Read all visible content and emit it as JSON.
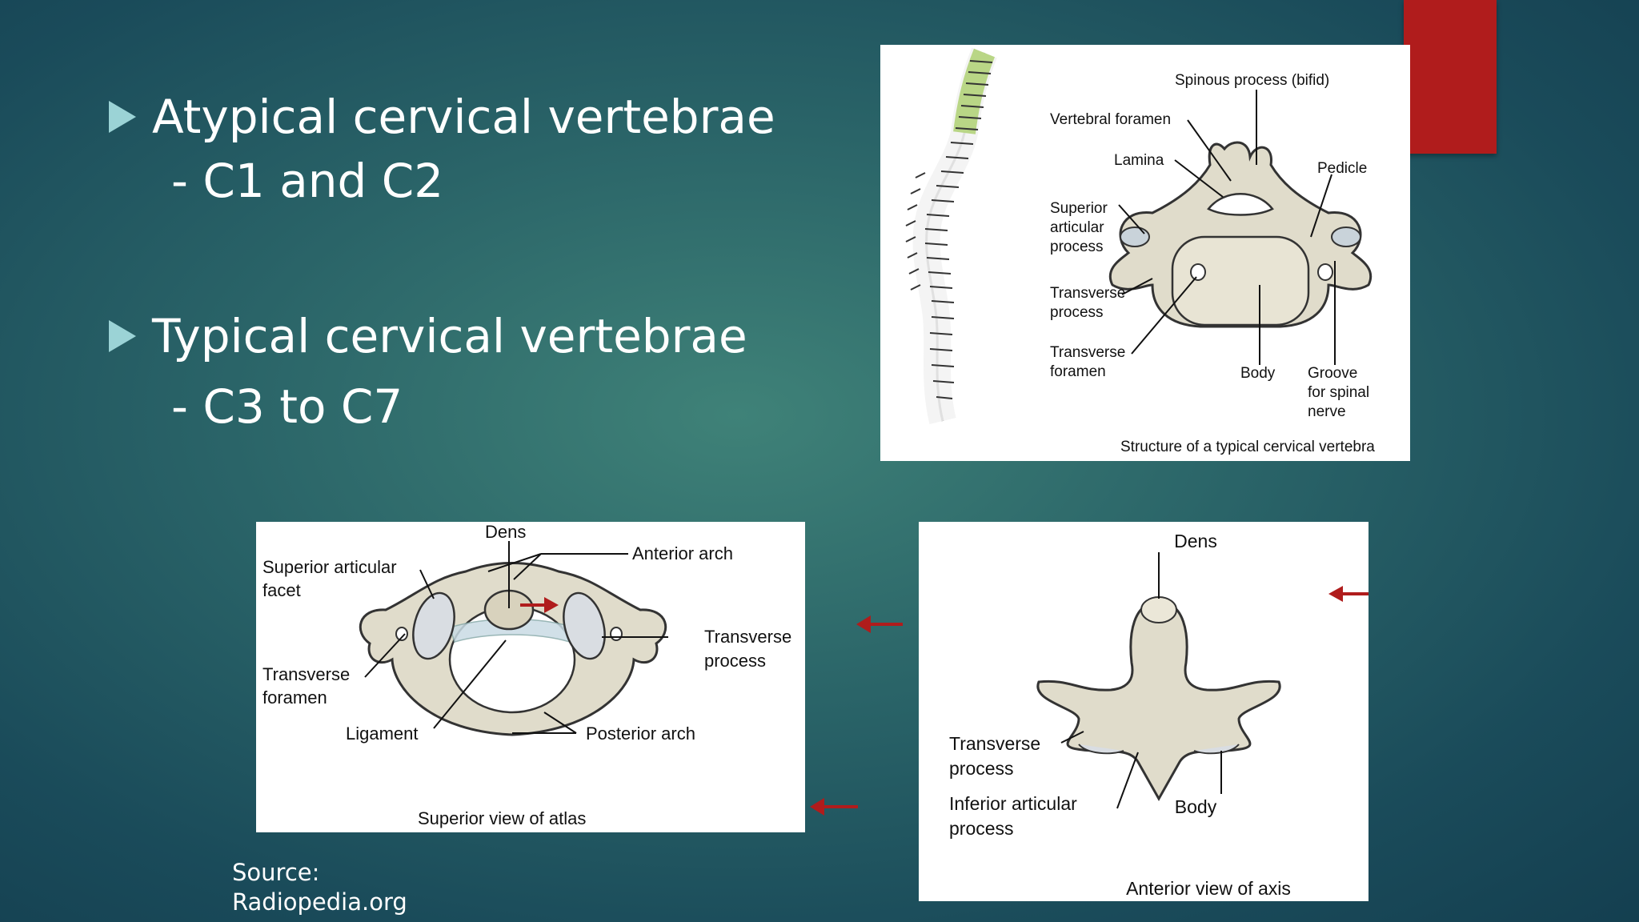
{
  "bullets": [
    {
      "title": "Atypical cervical  vertebrae",
      "sub": "- C1 and C2"
    },
    {
      "title": "Typical cervical vertebrae",
      "sub": "- C3 to C7"
    }
  ],
  "figure_typical": {
    "caption": "Structure of a typical cervical vertebra",
    "labels": {
      "spinous": "Spinous process (bifid)",
      "foramen": "Vertebral foramen",
      "lamina": "Lamina",
      "pedicle": "Pedicle",
      "sup1": "Superior",
      "sup2": "articular",
      "sup3": "process",
      "tp1": "Transverse",
      "tp2": "process",
      "tf1": "Transverse",
      "tf2": "foramen",
      "body": "Body",
      "g1": "Groove",
      "g2": "for spinal",
      "g3": "nerve"
    }
  },
  "figure_atlas": {
    "caption": "Superior view of atlas",
    "labels": {
      "dens": "Dens",
      "ant": "Anterior arch",
      "saf1": "Superior articular",
      "saf2": "facet",
      "tp1": "Transverse",
      "tp2": "process",
      "tf1": "Transverse",
      "tf2": "foramen",
      "lig": "Ligament",
      "post": "Posterior arch"
    }
  },
  "figure_axis": {
    "caption": "Anterior view of axis",
    "labels": {
      "dens": "Dens",
      "tp1": "Transverse",
      "tp2": "process",
      "iap1": "Inferior articular",
      "iap2": "process",
      "body": "Body"
    }
  },
  "source": {
    "line1": "Source:",
    "line2": "Radiopedia.org"
  },
  "colors": {
    "accent": "#b01c1c",
    "arrow": "#b01c1c",
    "bullet": "#9bd3d6",
    "bone": "#e0dccb"
  }
}
